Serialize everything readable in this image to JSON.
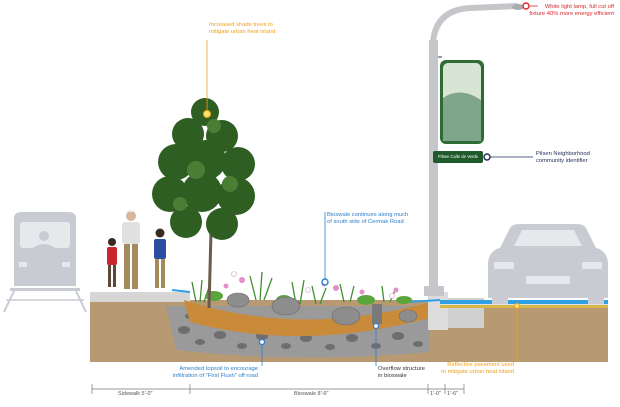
{
  "colors": {
    "orange_callout": "#f0a01e",
    "blue_callout": "#2a7fd0",
    "red_callout": "#d9282f",
    "navy_callout": "#1e2a5a",
    "dark_text": "#333333",
    "soil": "#b89a72",
    "bioswale_soil": "#c98a3a",
    "gravel": "#8c8c8c",
    "water": "#2f9fe6",
    "ghost_vehicle": "#c8cbd2",
    "lamp_pole": "#c4c6c9",
    "sign_green": "#1f5a2c"
  },
  "callouts": {
    "tree": {
      "lines": [
        "Increased shade trees to",
        "mitigate urban heat island"
      ]
    },
    "lamp": {
      "lines": [
        "White light lamp, full cut off",
        "fixture 40% more energy efficient"
      ]
    },
    "sign": {
      "lines": [
        "Pilsen Neighborhood",
        "community identifier"
      ]
    },
    "bioswale": {
      "lines": [
        "Bioswale continues along much",
        "of south side of Cermak Road"
      ]
    },
    "topsoil": {
      "lines": [
        "Amended topsoil to encourage",
        "infiltration of \"First Flush\" off road"
      ]
    },
    "overflow": {
      "lines": [
        "Overflow structure",
        "in bioswale"
      ]
    },
    "pavement": {
      "lines": [
        "Reflective pavement used",
        "to mitigate urban heat island"
      ]
    }
  },
  "street_sign": {
    "text": "Pilsen Calle de Verde"
  },
  "icons": [
    "train-icon",
    "car-icon",
    "tree-icon",
    "people-icon",
    "street-lamp-icon"
  ],
  "dimensions": {
    "sidewalk": "Sidewalk 5'-0\"",
    "bioswale": "Bioswale 8'-6\"",
    "curb": "1'-0\"",
    "gutter": "1'-6\""
  }
}
